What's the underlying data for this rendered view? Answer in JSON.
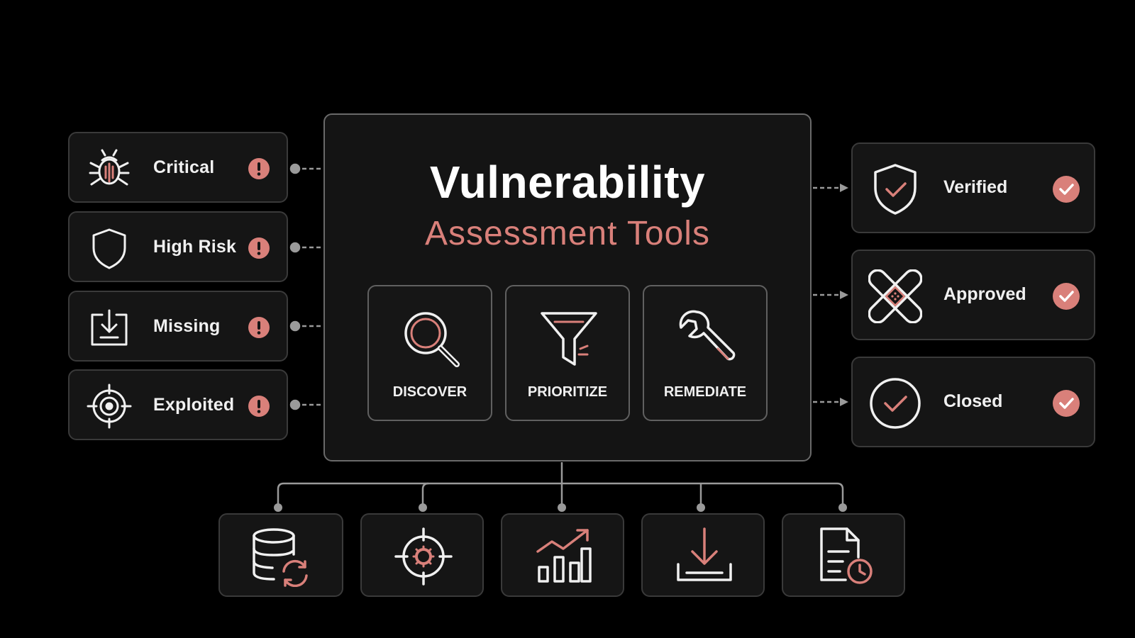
{
  "center": {
    "title": "Vulnerability",
    "subtitle": "Assessment Tools",
    "steps": [
      {
        "label": "DISCOVER",
        "icon": "magnifier-icon"
      },
      {
        "label": "PRIORITIZE",
        "icon": "funnel-icon"
      },
      {
        "label": "REMEDIATE",
        "icon": "wrench-icon"
      }
    ]
  },
  "left_items": [
    {
      "label": "Critical",
      "icon": "bug-icon",
      "badge": "alert-badge-icon"
    },
    {
      "label": "High Risk",
      "icon": "shield-icon",
      "badge": "alert-badge-icon"
    },
    {
      "label": "Missing",
      "icon": "download-tray-icon",
      "badge": "alert-badge-icon"
    },
    {
      "label": "Exploited",
      "icon": "target-icon",
      "badge": "alert-badge-icon"
    }
  ],
  "right_items": [
    {
      "label": "Verified",
      "icon": "shield-check-icon",
      "badge": "check-badge-icon"
    },
    {
      "label": "Approved",
      "icon": "bandage-icon",
      "badge": "check-badge-icon"
    },
    {
      "label": "Closed",
      "icon": "circle-check-icon",
      "badge": "check-badge-icon"
    }
  ],
  "bottom_tools": [
    {
      "icon": "database-sync-icon"
    },
    {
      "icon": "virus-target-icon"
    },
    {
      "icon": "growth-chart-icon"
    },
    {
      "icon": "download-icon"
    },
    {
      "icon": "document-clock-icon"
    }
  ],
  "colors": {
    "background": "#000000",
    "card": "#151515",
    "accent": "#d9807a",
    "text": "#f2f2f2",
    "border": "#3a3a3a"
  }
}
